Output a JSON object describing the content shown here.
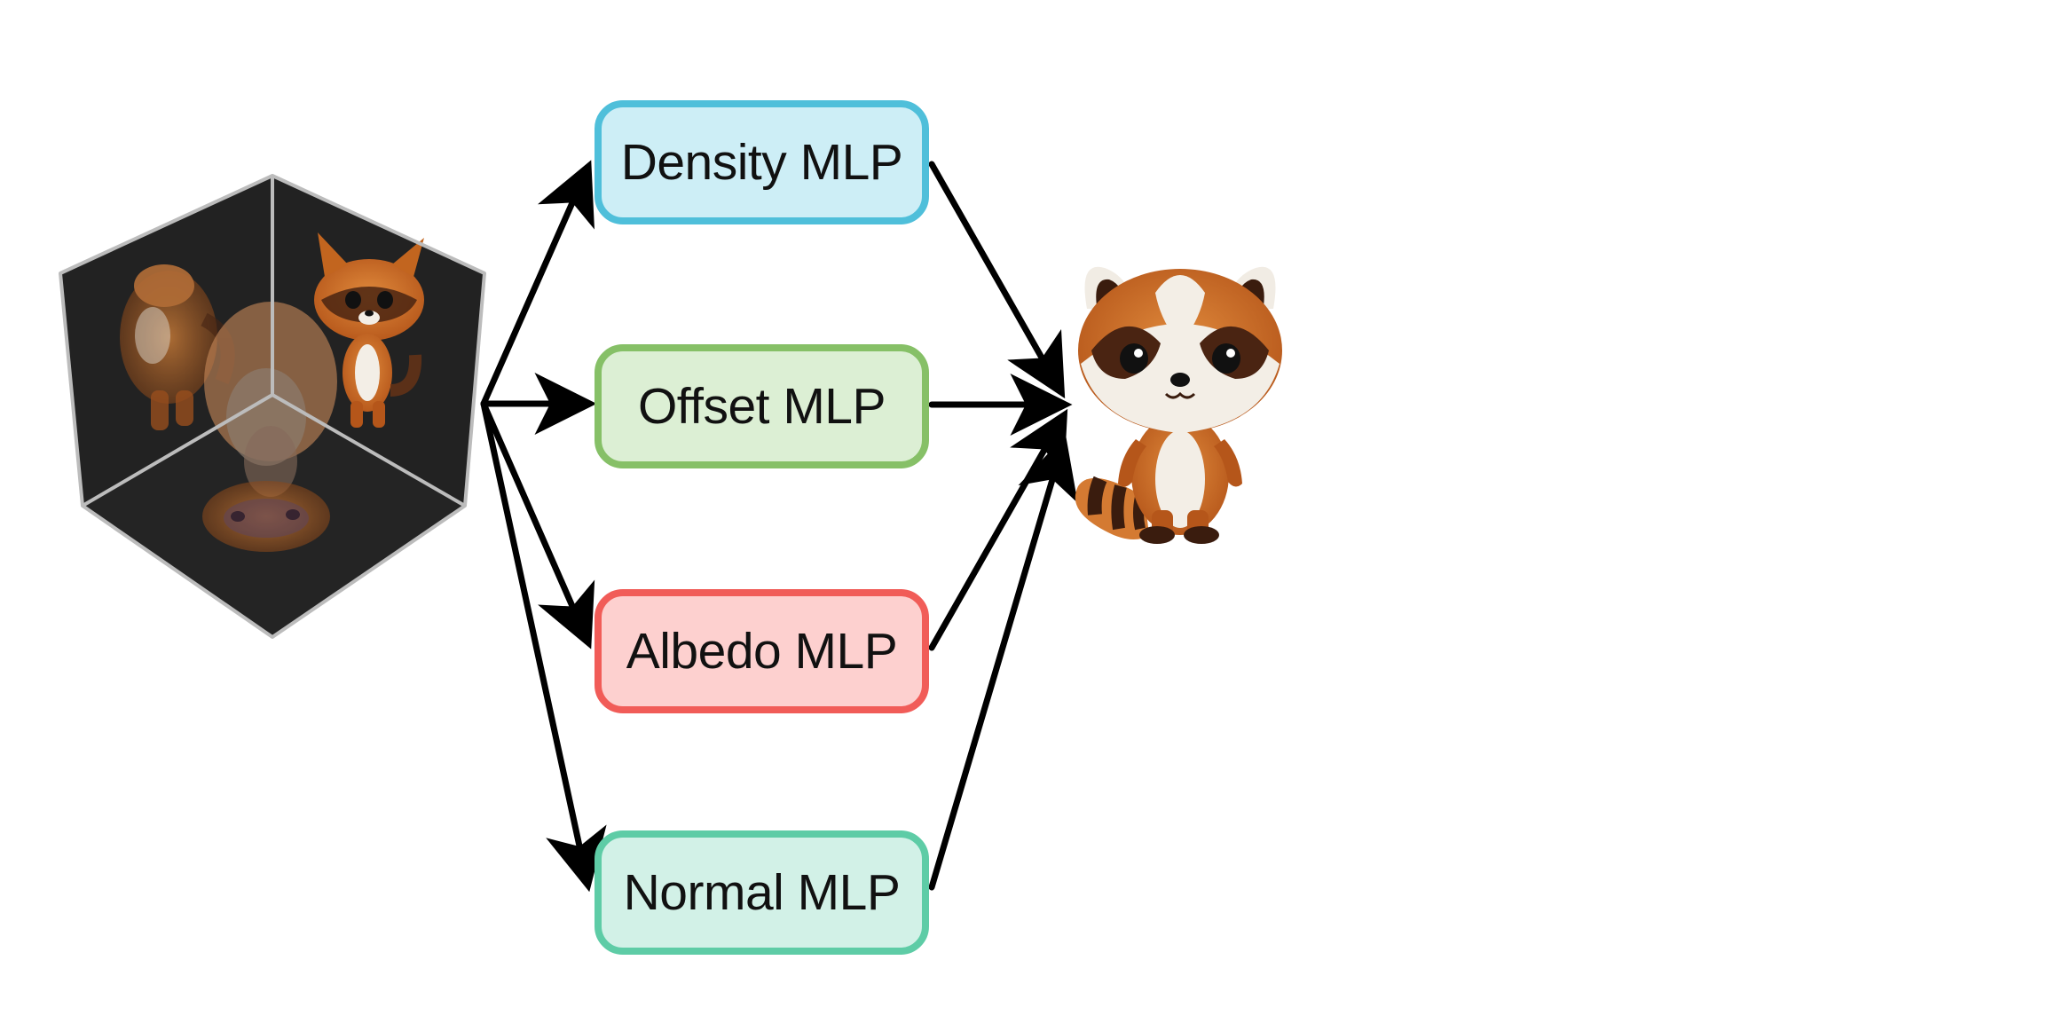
{
  "diagram": {
    "input": {
      "name": "triplane-feature-cube",
      "colors": {
        "face_fill": "#222222",
        "edge": "#bcbcbc"
      }
    },
    "modules": [
      {
        "id": "density",
        "label": "Density MLP",
        "border_color": "#4fbfda",
        "fill_color": "#cdeef6"
      },
      {
        "id": "offset",
        "label": "Offset MLP",
        "border_color": "#86c067",
        "fill_color": "#dcefd4"
      },
      {
        "id": "albedo",
        "label": "Albedo MLP",
        "border_color": "#f15c58",
        "fill_color": "#fdd0cf"
      },
      {
        "id": "normal",
        "label": "Normal MLP",
        "border_color": "#5ecca6",
        "fill_color": "#d2f1e7"
      }
    ],
    "output": {
      "name": "rendered-raccoon-character",
      "colors": {
        "fur": "#c8681f",
        "dark_fur": "#4a2412",
        "white_fur": "#f3eee6"
      }
    },
    "arrow_color": "#000000"
  }
}
